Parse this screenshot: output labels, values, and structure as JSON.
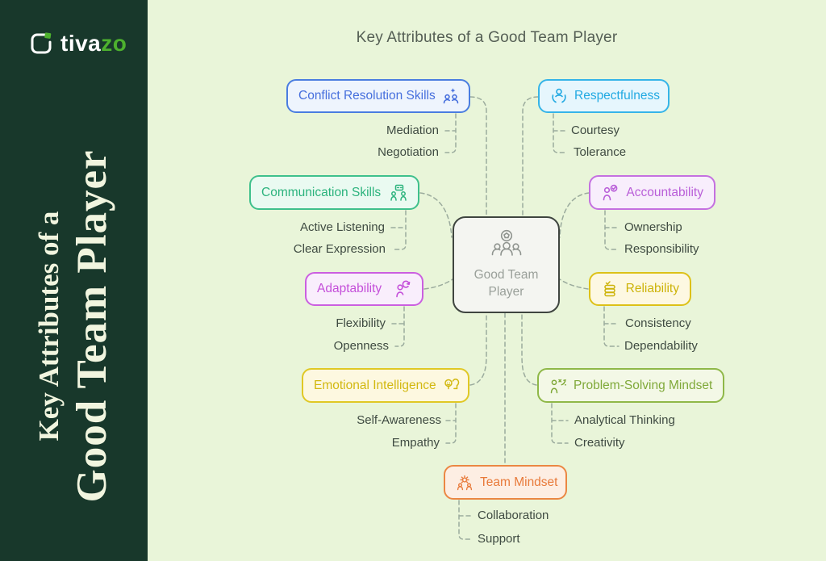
{
  "sidebar": {
    "logo": {
      "brand_prefix": "tiva",
      "brand_suffix": "zo",
      "suffix_color": "#4db12e"
    },
    "vertical_title_line1": "Key Attributes of a",
    "vertical_title_line2": "Good Team Player",
    "background": "#18382b",
    "text_color": "#f1f5df"
  },
  "canvas": {
    "title": "Key Attributes of a Good Team Player",
    "title_color": "#555f55",
    "background": "#e9f5d9",
    "connector_color": "#9bab9d"
  },
  "center_node": {
    "label_line1": "Good Team",
    "label_line2": "Player",
    "icon": "soccer-ball-team-icon",
    "border_color": "#3f4540",
    "background": "#f4f5f1",
    "text_color": "#9aa09a"
  },
  "nodes": [
    {
      "label": "Conflict Resolution Skills",
      "icon": "conflict-resolution-icon",
      "icon_side": "right",
      "color": "#466fdd",
      "background": "#eef4fd",
      "children": [
        "Mediation",
        "Negotiation"
      ]
    },
    {
      "label": "Respectfulness",
      "icon": "respectfulness-icon",
      "icon_side": "left",
      "color": "#21a9e2",
      "background": "#e6f6fd",
      "children": [
        "Courtesy",
        "Tolerance"
      ]
    },
    {
      "label": "Communication Skills",
      "icon": "communication-icon",
      "icon_side": "right",
      "color": "#2cb37d",
      "background": "#eafaf1",
      "children": [
        "Active Listening",
        "Clear Expression"
      ]
    },
    {
      "label": "Accountability",
      "icon": "accountability-icon",
      "icon_side": "left",
      "color": "#b95ed8",
      "background": "#f8eefc",
      "children": [
        "Ownership",
        "Responsibility"
      ]
    },
    {
      "label": "Adaptability",
      "icon": "adaptability-icon",
      "icon_side": "right",
      "color": "#c44fd9",
      "background": "#f9eefc",
      "children": [
        "Flexibility",
        "Openness"
      ]
    },
    {
      "label": "Reliability",
      "icon": "reliability-icon",
      "icon_side": "left",
      "color": "#cdb309",
      "background": "#fdf8e2",
      "children": [
        "Consistency",
        "Dependability"
      ]
    },
    {
      "label": "Emotional Intelligence",
      "icon": "emotional-intelligence-icon",
      "icon_side": "right",
      "color": "#d2b80f",
      "background": "#fdf8e0",
      "children": [
        "Self-Awareness",
        "Empathy"
      ]
    },
    {
      "label": "Problem-Solving Mindset",
      "icon": "problem-solving-icon",
      "icon_side": "left",
      "color": "#80a93a",
      "background": "#f3f8e6",
      "children": [
        "Analytical Thinking",
        "Creativity"
      ]
    },
    {
      "label": "Team Mindset",
      "icon": "team-mindset-icon",
      "icon_side": "left",
      "color": "#e87a3a",
      "background": "#fdeee3",
      "children": [
        "Collaboration",
        "Support"
      ]
    }
  ]
}
